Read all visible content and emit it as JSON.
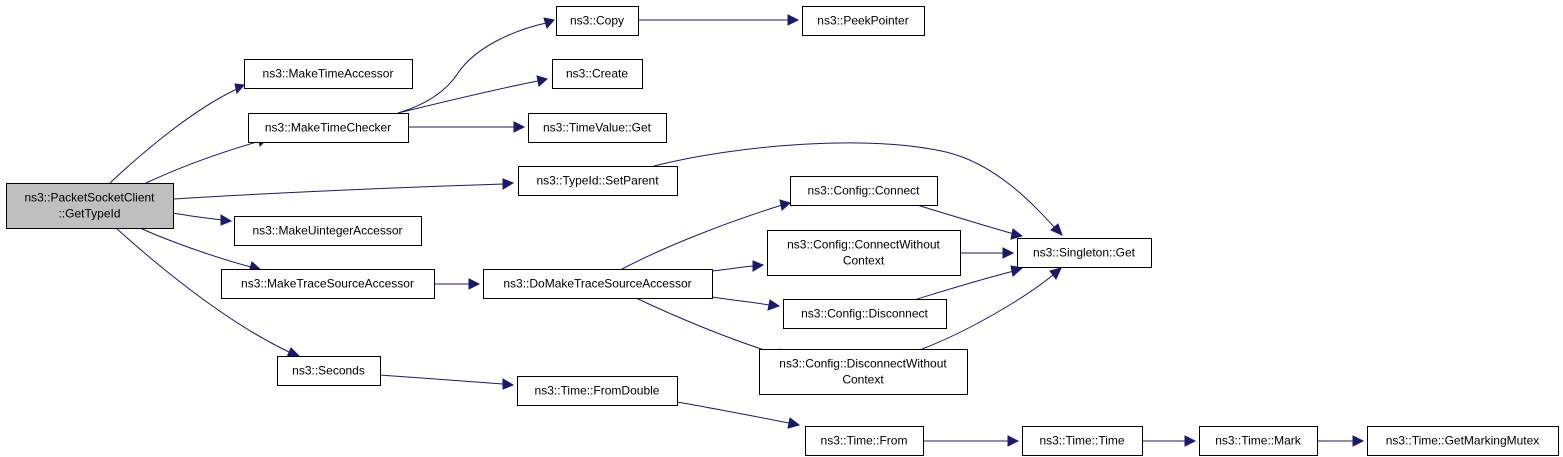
{
  "graph": {
    "accent_color": "#191970",
    "root_fill": "#bfbfbf",
    "nodes": {
      "get_type_id": [
        "ns3::PacketSocketClient",
        "::GetTypeId"
      ],
      "make_time_accessor": [
        "ns3::MakeTimeAccessor"
      ],
      "make_time_checker": [
        "ns3::MakeTimeChecker"
      ],
      "make_uinteger_accessor": [
        "ns3::MakeUintegerAccessor"
      ],
      "make_trace_source_accessor": [
        "ns3::MakeTraceSourceAccessor"
      ],
      "seconds": [
        "ns3::Seconds"
      ],
      "copy": [
        "ns3::Copy"
      ],
      "create": [
        "ns3::Create"
      ],
      "time_value_get": [
        "ns3::TimeValue::Get"
      ],
      "type_id_set_parent": [
        "ns3::TypeId::SetParent"
      ],
      "do_make_trace_source_accessor": [
        "ns3::DoMakeTraceSourceAccessor"
      ],
      "time_from_double": [
        "ns3::Time::FromDouble"
      ],
      "peek_pointer": [
        "ns3::PeekPointer"
      ],
      "config_connect": [
        "ns3::Config::Connect"
      ],
      "config_connect_without_context": [
        "ns3::Config::ConnectWithout",
        "Context"
      ],
      "config_disconnect": [
        "ns3::Config::Disconnect"
      ],
      "config_disconnect_without_context": [
        "ns3::Config::DisconnectWithout",
        "Context"
      ],
      "singleton_get": [
        "ns3::Singleton::Get"
      ],
      "time_from": [
        "ns3::Time::From"
      ],
      "time_time": [
        "ns3::Time::Time"
      ],
      "time_mark": [
        "ns3::Time::Mark"
      ],
      "time_get_marking_mutex": [
        "ns3::Time::GetMarkingMutex"
      ]
    },
    "edges": [
      [
        "get_type_id",
        "make_time_accessor"
      ],
      [
        "get_type_id",
        "make_time_checker"
      ],
      [
        "get_type_id",
        "type_id_set_parent"
      ],
      [
        "get_type_id",
        "make_uinteger_accessor"
      ],
      [
        "get_type_id",
        "make_trace_source_accessor"
      ],
      [
        "get_type_id",
        "seconds"
      ],
      [
        "make_time_checker",
        "copy"
      ],
      [
        "make_time_checker",
        "create"
      ],
      [
        "make_time_checker",
        "time_value_get"
      ],
      [
        "copy",
        "peek_pointer"
      ],
      [
        "type_id_set_parent",
        "singleton_get"
      ],
      [
        "make_trace_source_accessor",
        "do_make_trace_source_accessor"
      ],
      [
        "do_make_trace_source_accessor",
        "config_connect"
      ],
      [
        "do_make_trace_source_accessor",
        "config_connect_without_context"
      ],
      [
        "do_make_trace_source_accessor",
        "config_disconnect"
      ],
      [
        "do_make_trace_source_accessor",
        "config_disconnect_without_context"
      ],
      [
        "config_connect",
        "singleton_get"
      ],
      [
        "config_connect_without_context",
        "singleton_get"
      ],
      [
        "config_disconnect",
        "singleton_get"
      ],
      [
        "config_disconnect_without_context",
        "singleton_get"
      ],
      [
        "seconds",
        "time_from_double"
      ],
      [
        "time_from_double",
        "time_from"
      ],
      [
        "time_from",
        "time_time"
      ],
      [
        "time_time",
        "time_mark"
      ],
      [
        "time_mark",
        "time_get_marking_mutex"
      ]
    ]
  }
}
